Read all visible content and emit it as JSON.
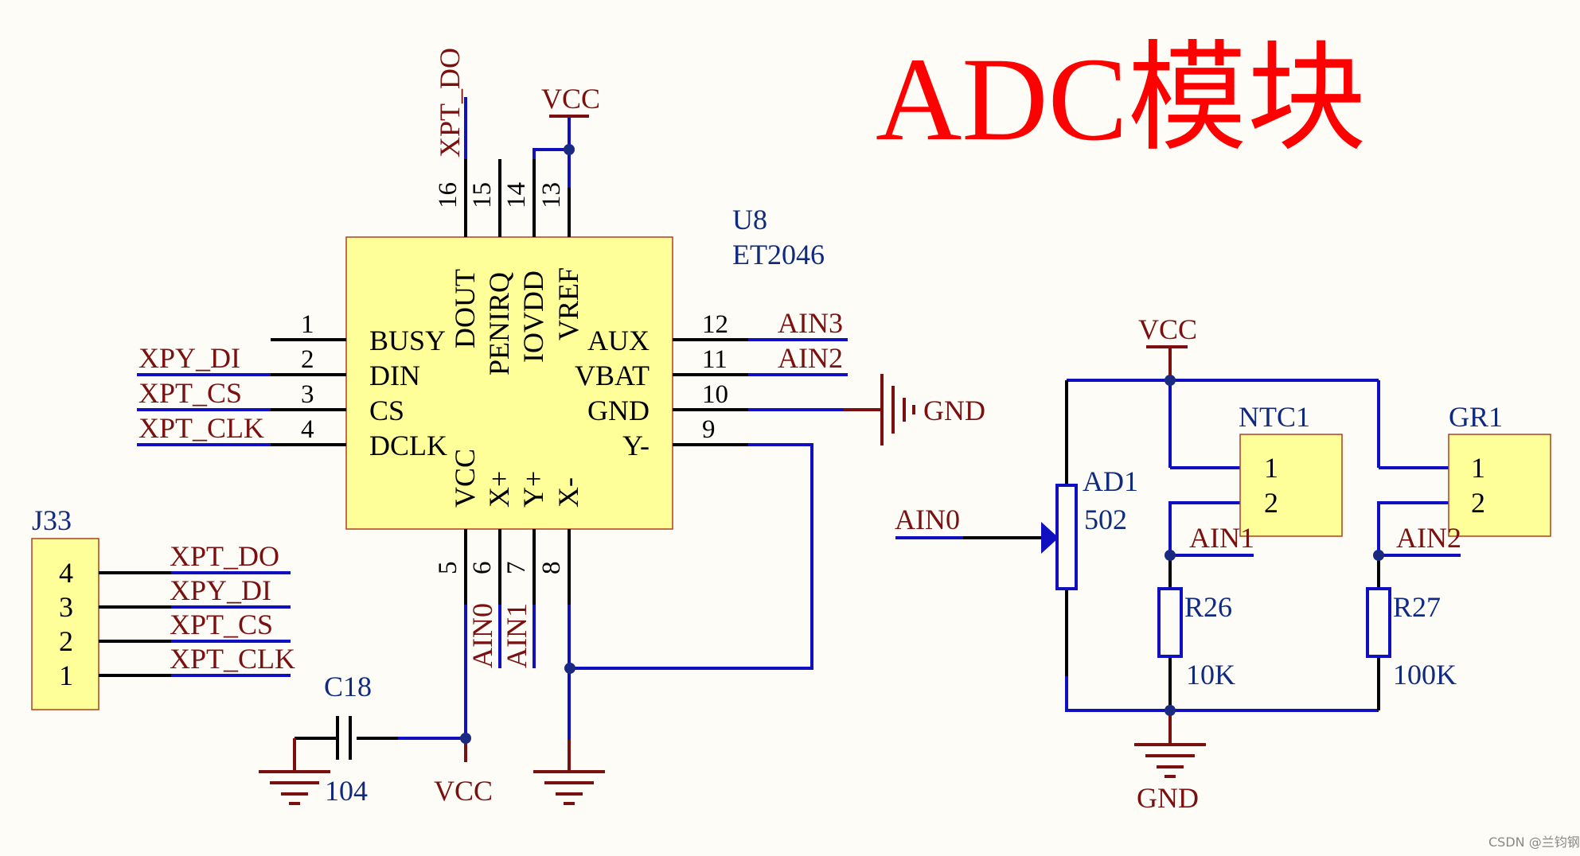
{
  "title": "ADC模块",
  "watermark": "CSDN @兰钧钢",
  "power": {
    "vcc": "VCC",
    "gnd": "GND"
  },
  "u8": {
    "ref": "U8",
    "part": "ET2046",
    "left_pins": [
      {
        "num": "1",
        "name": "BUSY",
        "net": ""
      },
      {
        "num": "2",
        "name": "DIN",
        "net": "XPY_DI"
      },
      {
        "num": "3",
        "name": "CS",
        "net": "XPT_CS"
      },
      {
        "num": "4",
        "name": "DCLK",
        "net": "XPT_CLK"
      }
    ],
    "right_pins": [
      {
        "num": "12",
        "name": "AUX",
        "net": "AIN3"
      },
      {
        "num": "11",
        "name": "VBAT",
        "net": "AIN2"
      },
      {
        "num": "10",
        "name": "GND",
        "net": ""
      },
      {
        "num": "9",
        "name": "Y-",
        "net": ""
      }
    ],
    "top_pins": [
      {
        "num": "16",
        "name": "DOUT",
        "net": "XPT_DO"
      },
      {
        "num": "15",
        "name": "PENIRQ",
        "net": ""
      },
      {
        "num": "14",
        "name": "IOVDD",
        "net": ""
      },
      {
        "num": "13",
        "name": "VREF",
        "net": ""
      }
    ],
    "bottom_pins": [
      {
        "num": "5",
        "name": "VCC",
        "net": ""
      },
      {
        "num": "6",
        "name": "X+",
        "net": "AIN0"
      },
      {
        "num": "7",
        "name": "Y+",
        "net": "AIN1"
      },
      {
        "num": "8",
        "name": "X-",
        "net": ""
      }
    ]
  },
  "j33": {
    "ref": "J33",
    "pins": [
      {
        "num": "4",
        "net": "XPT_DO"
      },
      {
        "num": "3",
        "net": "XPY_DI"
      },
      {
        "num": "2",
        "net": "XPT_CS"
      },
      {
        "num": "1",
        "net": "XPT_CLK"
      }
    ]
  },
  "c18": {
    "ref": "C18",
    "value": "104"
  },
  "ad1": {
    "ref": "AD1",
    "value": "502",
    "net": "AIN0"
  },
  "ntc1": {
    "ref": "NTC1",
    "pin1": "1",
    "pin2": "2",
    "net": "AIN1"
  },
  "gr1": {
    "ref": "GR1",
    "pin1": "1",
    "pin2": "2",
    "net": "AIN2"
  },
  "r26": {
    "ref": "R26",
    "value": "10K"
  },
  "r27": {
    "ref": "R27",
    "value": "100K"
  }
}
